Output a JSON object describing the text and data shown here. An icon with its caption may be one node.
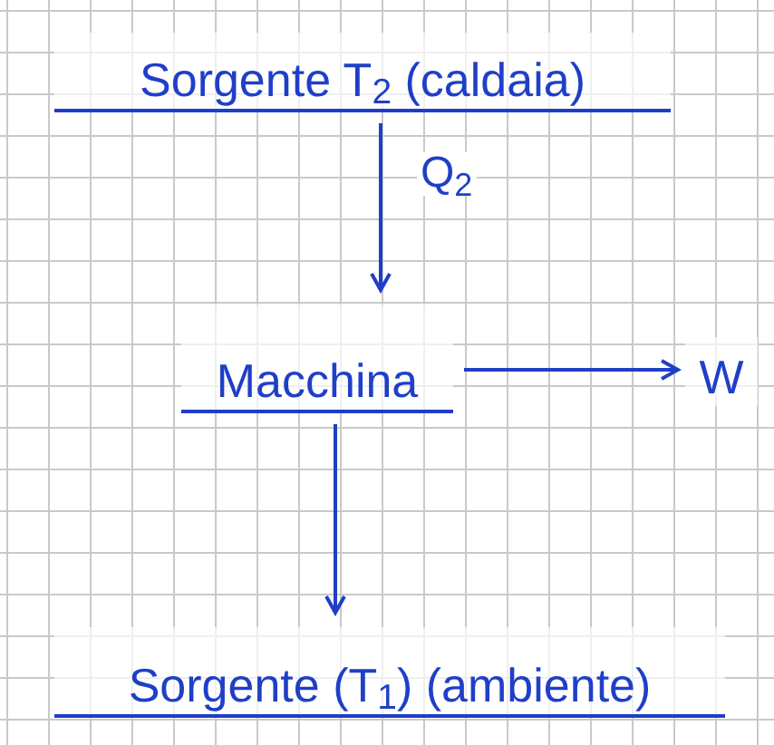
{
  "diagram": {
    "nodes": [
      {
        "text": [
          "Sorgente T$_{2}$ (caldaia)"
        ]
      },
      {
        "text": [
          "Macchina"
        ]
      },
      {
        "text": [
          "Sorgente (T$_{1}$) (ambiente)"
        ]
      },
      {
        "text": [
          "W"
        ]
      }
    ],
    "edges": [
      {
        "from": 0,
        "to": 1,
        "arrow": "to",
        "label": "Q$_{2}$"
      },
      {
        "from": 1,
        "to": 3,
        "arrow": "to"
      },
      {
        "from": 1,
        "to": 2,
        "arrow": "to"
      }
    ]
  }
}
